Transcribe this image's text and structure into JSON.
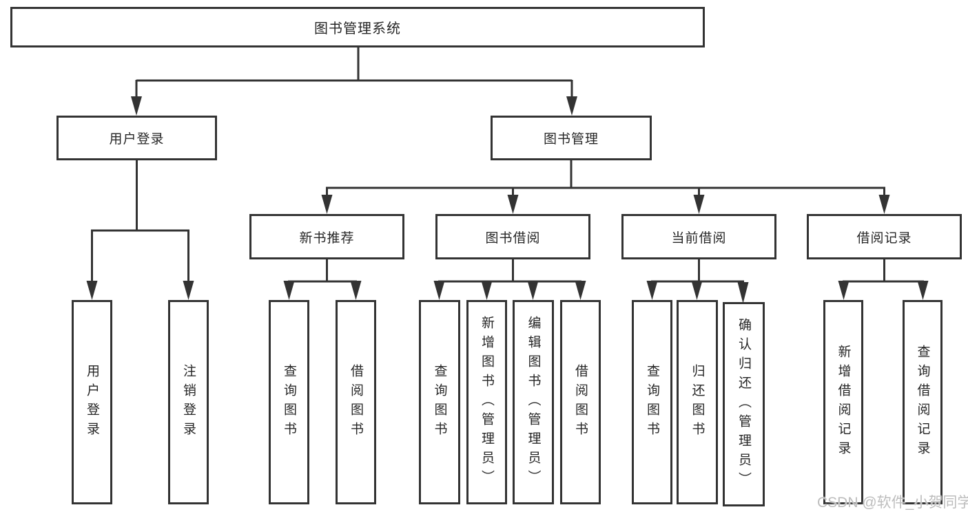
{
  "colors": {
    "line": "#333333",
    "text": "#262626",
    "box_background": "#ffffff",
    "watermark": "#bdbdbd"
  },
  "watermark": {
    "text": "CSDN @软件_小贺同学"
  },
  "tree": {
    "label": "图书管理系统",
    "children": [
      {
        "label": "用户登录",
        "children": [
          {
            "label": "用户登录"
          },
          {
            "label": "注销登录"
          }
        ]
      },
      {
        "label": "图书管理",
        "children": [
          {
            "label": "新书推荐",
            "children": [
              {
                "label": "查询图书"
              },
              {
                "label": "借阅图书"
              }
            ]
          },
          {
            "label": "图书借阅",
            "children": [
              {
                "label": "查询图书"
              },
              {
                "label": "新增图书（管理员）"
              },
              {
                "label": "编辑图书（管理员）"
              },
              {
                "label": "借阅图书"
              }
            ]
          },
          {
            "label": "当前借阅",
            "children": [
              {
                "label": "查询图书"
              },
              {
                "label": "归还图书"
              },
              {
                "label": "确认归还（管理员）"
              }
            ]
          },
          {
            "label": "借阅记录",
            "children": [
              {
                "label": "新增借阅记录"
              },
              {
                "label": "查询借阅记录"
              }
            ]
          }
        ]
      }
    ]
  }
}
